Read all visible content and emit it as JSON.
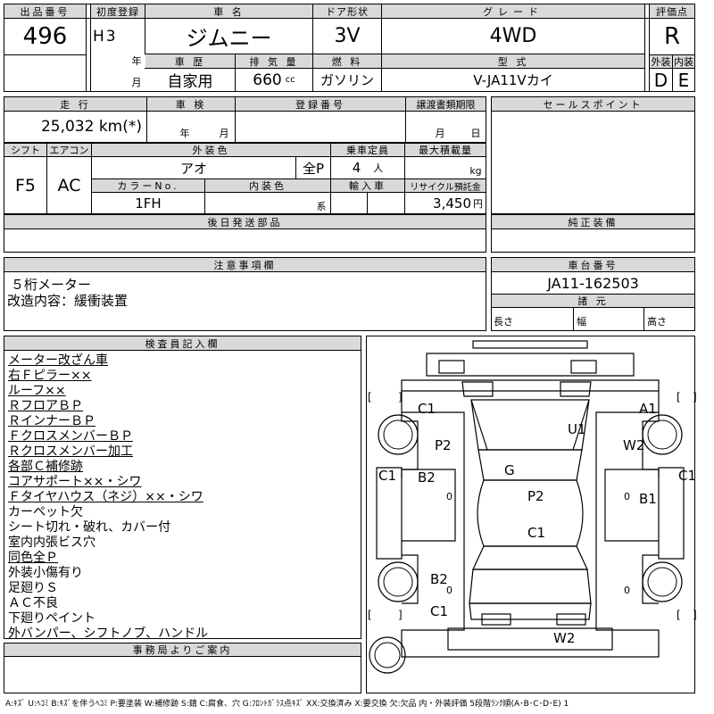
{
  "header": {
    "lot_label": "出品番号",
    "lot_value": "496",
    "first_reg_label": "初度登録",
    "era": "H",
    "era_year": "3",
    "year_unit": "年",
    "month_unit": "月",
    "car_name_label": "車 名",
    "car_name": "ジムニー",
    "door_label": "ドア形状",
    "door": "3V",
    "grade_label": "グレード",
    "grade": "4WD",
    "score_label": "評価点",
    "score": "R",
    "history_label": "車 歴",
    "history": "自家用",
    "displacement_label": "排 気 量",
    "displacement": "660",
    "cc_unit": "cc",
    "fuel_label": "燃 料",
    "fuel": "ガソリン",
    "model_label": "型 式",
    "model": "V-JA11Vカイ",
    "exterior_label": "外装",
    "exterior": "D",
    "interior_label": "内装",
    "interior": "E"
  },
  "row2": {
    "mileage_label": "走 行",
    "mileage": "25,032 km(*)",
    "inspection_label": "車 検",
    "year_unit": "年",
    "month_unit": "月",
    "reg_no_label": "登録番号",
    "transfer_label": "譲渡書類期限",
    "day_unit": "日",
    "sales_label": "セールスポイント"
  },
  "row3": {
    "shift_label": "シフト",
    "shift": "F5",
    "ac_label": "エアコン",
    "ac": "AC",
    "color_label": "外装色",
    "color": "アオ",
    "paint": "全P",
    "capacity_label": "乗車定員",
    "capacity": "4",
    "person_unit": "人",
    "load_label": "最大積載量",
    "kg_unit": "kg",
    "color_no_label": "カラーNo.",
    "color_no": "1FH",
    "int_color_label": "内装色",
    "kei_unit": "系",
    "import_label": "輸入車",
    "recycle_label": "リサイクル預託金",
    "recycle": "3,450",
    "yen_unit": "円"
  },
  "row4": {
    "later_label": "後日発送部品",
    "genuine_label": "純正装備"
  },
  "notes": {
    "label": "注意事項欄",
    "lines": [
      "５桁メーター",
      "改造内容：緩衝装置"
    ]
  },
  "chassis": {
    "label": "車台番号",
    "number": "JA11-162503",
    "dims_label": "諸 元",
    "length": "長さ",
    "width": "幅",
    "height": "高さ"
  },
  "inspector": {
    "label": "検査員記入欄",
    "lines": [
      {
        "t": "メーター改ざん車",
        "u": true
      },
      {
        "t": "右Ｆピラー×× ",
        "u": true
      },
      {
        "t": "ルーフ××",
        "u": true
      },
      {
        "t": "ＲフロアＢＰ",
        "u": true
      },
      {
        "t": "ＲインナーＢＰ",
        "u": true
      },
      {
        "t": "ＦクロスメンバーＢＰ",
        "u": true
      },
      {
        "t": "Ｒクロスメンバー加工",
        "u": true
      },
      {
        "t": "各部Ｃ補修跡",
        "u": true
      },
      {
        "t": "コアサポート××・シワ",
        "u": true
      },
      {
        "t": "Ｆタイヤハウス（ネジ）××・シワ",
        "u": true
      },
      {
        "t": "カーペット欠",
        "u": false
      },
      {
        "t": "シート切れ・破れ、カバー付",
        "u": false
      },
      {
        "t": "室内内張ビス穴",
        "u": false
      },
      {
        "t": "同色全Ｐ",
        "u": true
      },
      {
        "t": "外装小傷有り",
        "u": false
      },
      {
        "t": "足廻りＳ",
        "u": false
      },
      {
        "t": "ＡＣ不良",
        "u": false
      },
      {
        "t": "下廻りペイント",
        "u": false
      },
      {
        "t": "外バンパー、シフトノブ、ハンドル",
        "u": false
      }
    ]
  },
  "office": {
    "label": "事務局よりご案内"
  },
  "diagram": {
    "marks": [
      {
        "id": "c1-left-front",
        "t": "C1"
      },
      {
        "id": "a1-right-front",
        "t": "A1"
      },
      {
        "id": "u1-bonnet",
        "t": "U1"
      },
      {
        "id": "p2-left-fender",
        "t": "P2"
      },
      {
        "id": "w2-right-fender",
        "t": "W2"
      },
      {
        "id": "g-windshield",
        "t": "G"
      },
      {
        "id": "c1-left-side",
        "t": "C1"
      },
      {
        "id": "c1-right-side",
        "t": "C1"
      },
      {
        "id": "b2-left-door",
        "t": "B2"
      },
      {
        "id": "b1-right-door",
        "t": "B1"
      },
      {
        "id": "p2-roof",
        "t": "P2"
      },
      {
        "id": "c1-rear-roof",
        "t": "C1"
      },
      {
        "id": "b2-left-rear",
        "t": "B2"
      },
      {
        "id": "c1-left-rear",
        "t": "C1"
      },
      {
        "id": "w2-rear",
        "t": "W2"
      }
    ],
    "brackets": [
      "[",
      "]",
      "[",
      "]",
      "[",
      "]",
      "[",
      "]"
    ],
    "zeros": [
      "0",
      "0",
      "0",
      "0"
    ]
  },
  "legend": "A:ｷｽﾞ U:ﾍｺﾐ B:ｷｽﾞを伴うﾍｺﾐ P:要塗装 W:補修跡 S:錆 C:腐食、穴 G:ﾌﾛﾝﾄｶﾞﾗｽ点ｷｽﾞ XX:交換済み X:要交換 欠:欠品 内・外装評価 5段階ﾗﾝｸ順(A･B･C･D･E) 1"
}
